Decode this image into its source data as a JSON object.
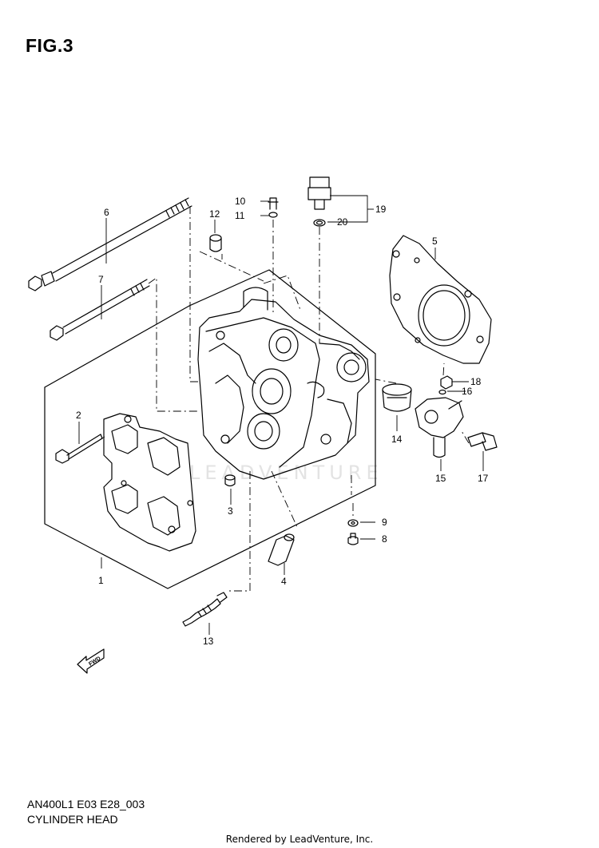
{
  "figure": {
    "title": "FIG.3",
    "code": "AN400L1 E03 E28_003",
    "caption": "CYLINDER HEAD",
    "footer": "Rendered by LeadVenture, Inc.",
    "watermark": "LEADVENTURE",
    "fwd_label": "FWD"
  },
  "callouts": [
    "1",
    "2",
    "3",
    "4",
    "5",
    "6",
    "7",
    "8",
    "9",
    "10",
    "11",
    "12",
    "13",
    "14",
    "15",
    "16",
    "17",
    "18",
    "19",
    "20"
  ]
}
